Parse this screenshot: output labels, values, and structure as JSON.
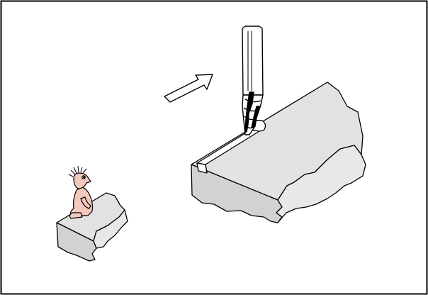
{
  "illustration": {
    "subjects": [
      "end-mill-tool",
      "feed-direction-arrow",
      "workpiece-with-slot",
      "observer-figure",
      "small-block"
    ],
    "colors": {
      "outline": "#000000",
      "block_top": "#e2e2e2",
      "block_front": "#d2d2d2",
      "block_side": "#e8e8e8",
      "tool": "#ffffff",
      "figure_skin": "#f4c9bd",
      "background": "#ffffff"
    }
  }
}
